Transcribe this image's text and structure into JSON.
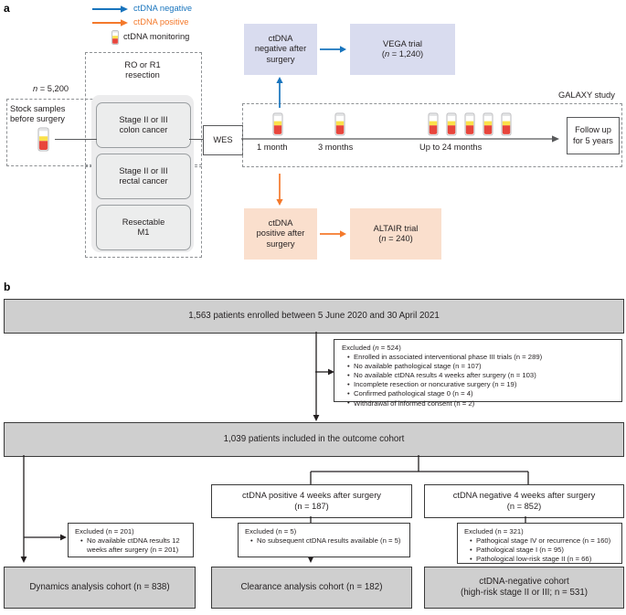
{
  "panel_a": {
    "letter": "a",
    "legend": [
      {
        "id": "ctdna-negative",
        "label": "ctDNA negative",
        "color": "#1874bd",
        "type": "arrow"
      },
      {
        "id": "ctdna-positive",
        "label": "ctDNA positive",
        "color": "#f4792b",
        "type": "arrow"
      },
      {
        "id": "ctdna-monitoring",
        "label": "ctDNA monitoring",
        "color": "#e03a2f",
        "type": "tube"
      }
    ],
    "stock": {
      "line1": "Stock samples",
      "line2": "before surgery",
      "n_label": "n = 5,200"
    },
    "resection_label_line1": "RO or R1",
    "resection_label_line2": "resection",
    "cohorts": [
      {
        "line1": "Stage II or III",
        "line2": "colon cancer"
      },
      {
        "line1": "Stage II or III",
        "line2": "rectal cancer"
      },
      {
        "line1": "Resectable",
        "line2": "M1"
      }
    ],
    "wes": "WES",
    "timeline": {
      "ticks": [
        {
          "label": "1 month",
          "tubes": 1
        },
        {
          "label": "3 months",
          "tubes": 1
        },
        {
          "label": "Up to 24 months",
          "tubes": 5
        }
      ]
    },
    "study_label": "GALAXY study",
    "follow_up": {
      "line1": "Follow up",
      "line2": "for 5 years"
    },
    "negative_box": {
      "line1": "ctDNA",
      "line2": "negative after",
      "line3": "surgery"
    },
    "vega": {
      "line1": "VEGA trial",
      "line2_prefix": "(",
      "line2_italic": "n",
      "line2_suffix": " = 1,240)"
    },
    "positive_box": {
      "line1": "ctDNA",
      "line2": "positive after",
      "line3": "surgery"
    },
    "altair": {
      "line1": "ALTAIR trial",
      "line2_prefix": "(",
      "line2_italic": "n",
      "line2_suffix": " = 240)"
    }
  },
  "panel_b": {
    "letter": "b",
    "enrolled": "1,563 patients enrolled between 5 June 2020 and 30 April 2021",
    "excluded_top": {
      "head_prefix": "Excluded (",
      "head_italic": "n",
      "head_suffix": " = 524)",
      "items": [
        "Enrolled in associated interventional phase III trials (n = 289)",
        "No available pathological stage (n = 107)",
        "No available ctDNA results 4 weeks after surgery (n = 103)",
        "Incomplete resection or noncurative surgery (n = 19)",
        "Confirmed pathological stage 0 (n = 4)",
        "Withdrawal of informed consent (n = 2)"
      ]
    },
    "outcome_cohort": "1,039 patients included in the outcome cohort",
    "positive_4w": {
      "line1": "ctDNA positive 4 weeks after surgery",
      "line2": "(n = 187)"
    },
    "negative_4w": {
      "line1": "ctDNA negative 4 weeks after surgery",
      "line2": "(n = 852)"
    },
    "excluded_left": {
      "head": "Excluded (n = 201)",
      "items": [
        "No available ctDNA results 12 weeks after surgery (n = 201)"
      ]
    },
    "excluded_mid": {
      "head": "Excluded (n = 5)",
      "items": [
        "No subsequent ctDNA results available (n = 5)"
      ]
    },
    "excluded_right": {
      "head": "Excluded (n = 321)",
      "items": [
        "Pathogical stage IV or recurrence (n = 160)",
        "Pathological stage I (n = 95)",
        "Pathological low-risk stage II (n = 66)"
      ]
    },
    "dynamics_cohort": "Dynamics analysis cohort (n = 838)",
    "clearance_cohort": "Clearance analysis cohort (n = 182)",
    "negative_cohort": {
      "line1": "ctDNA-negative cohort",
      "line2": "(high-risk stage II or III; n = 531)"
    }
  },
  "colors": {
    "blue": "#1874bd",
    "orange": "#f4792b",
    "blue_fill": "#d9dcef",
    "orange_fill": "#fadfcd",
    "grey_fill": "#cfcfcf",
    "outline": "#3a3a3a",
    "tube_red": "#e8453c",
    "tube_yellow": "#fbe14a"
  }
}
